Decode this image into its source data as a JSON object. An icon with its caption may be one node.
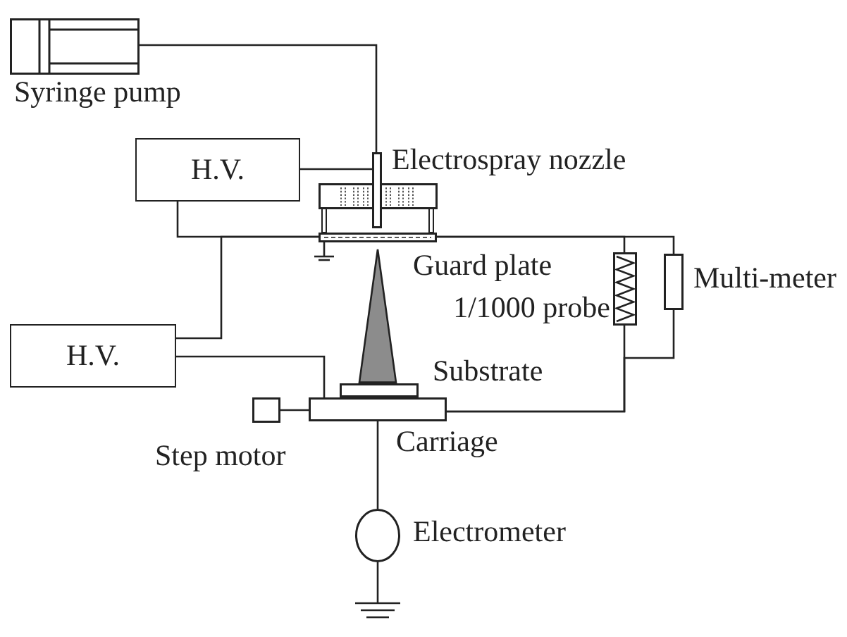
{
  "diagram": {
    "nodes": [
      {
        "text": [
          "Syringe pump"
        ]
      },
      {
        "text": [
          "H.V."
        ]
      },
      {
        "text": [
          "Electrospray nozzle"
        ]
      },
      {
        "text": [
          "Guard plate"
        ]
      },
      {
        "text": [],
        "shape": "cone"
      },
      {
        "text": [
          "1/1000 probe"
        ]
      },
      {
        "text": [
          "Multi-meter"
        ]
      },
      {
        "text": [
          "H.V."
        ]
      },
      {
        "text": [
          "Substrate"
        ]
      },
      {
        "text": [
          "Carriage"
        ]
      },
      {
        "text": [
          "Step motor"
        ]
      },
      {
        "text": [
          "Electrometer"
        ]
      }
    ],
    "edges": [
      {
        "from": 0,
        "to": 2,
        "arrow": "none"
      },
      {
        "from": 1,
        "to": 2,
        "arrow": "none"
      },
      {
        "from": 1,
        "to": 3,
        "arrow": "none"
      },
      {
        "from": 7,
        "to": 3,
        "arrow": "none"
      },
      {
        "from": 3,
        "to": 5,
        "arrow": "none"
      },
      {
        "from": 3,
        "to": 6,
        "arrow": "none"
      },
      {
        "from": 5,
        "to": 9,
        "arrow": "none"
      },
      {
        "from": 6,
        "to": 9,
        "arrow": "none"
      },
      {
        "from": 7,
        "to": 9,
        "arrow": "none"
      },
      {
        "from": 10,
        "to": 9,
        "arrow": "none"
      },
      {
        "from": 9,
        "to": 11,
        "arrow": "none"
      }
    ]
  }
}
